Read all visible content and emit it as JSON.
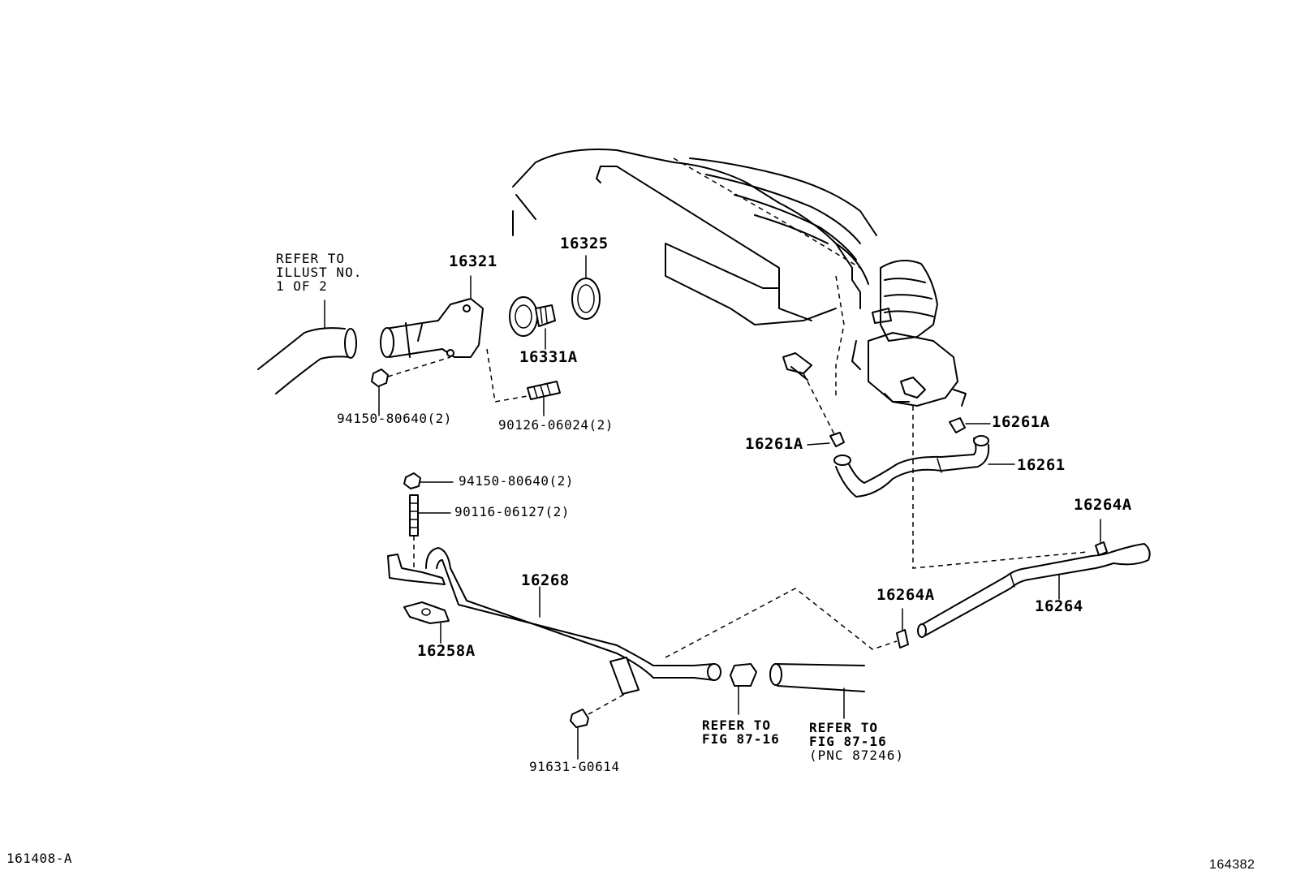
{
  "labels": {
    "p16321": "16321",
    "p16325": "16325",
    "p16331a": "16331A",
    "p94150a": "94150-80640(2)",
    "p90126": "90126-06024(2)",
    "p16261a_left": "16261A",
    "p16261a_right": "16261A",
    "p16261": "16261",
    "p94150b": "94150-80640(2)",
    "p90116": "90116-06127(2)",
    "p16268": "16268",
    "p16258a": "16258A",
    "p16264a_top": "16264A",
    "p16264a_mid": "16264A",
    "p16264": "16264",
    "p91631": "91631-G0614"
  },
  "notes": {
    "refer_illust": [
      "REFER TO",
      "ILLUST NO.",
      "1 OF 2"
    ],
    "refer_fig_a": [
      "REFER TO",
      "FIG 87-16"
    ],
    "refer_fig_b": [
      "REFER TO",
      "FIG 87-16",
      "(PNC 87246)"
    ]
  },
  "footer": {
    "left_code": "161408-A",
    "right_code": "164382"
  }
}
